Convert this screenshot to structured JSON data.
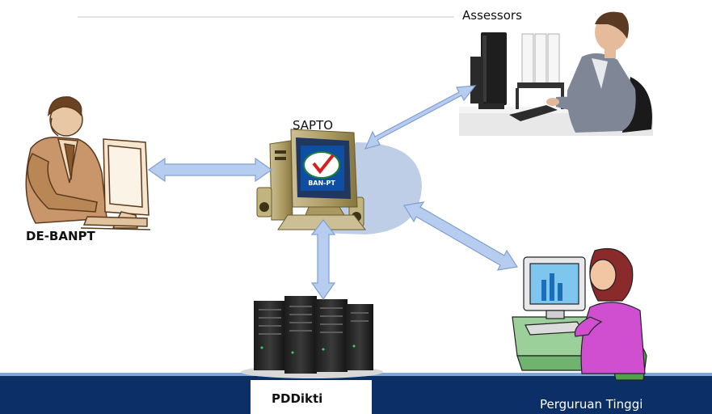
{
  "diagram": {
    "nodes": {
      "assessors": {
        "label": "Assessors"
      },
      "sapto": {
        "label": "SAPTO",
        "screen_logo": "BAN-PT"
      },
      "de_banpt": {
        "label": "DE-BANPT"
      },
      "pddikti": {
        "label": "PDDikti"
      },
      "perguruan_tinggi": {
        "label": "Perguruan Tinggi"
      }
    },
    "edges": [
      {
        "from": "sapto",
        "to": "de_banpt",
        "direction": "both"
      },
      {
        "from": "sapto",
        "to": "assessors",
        "direction": "both"
      },
      {
        "from": "sapto",
        "to": "pddikti",
        "direction": "both"
      },
      {
        "from": "sapto",
        "to": "perguruan_tinggi",
        "direction": "both"
      }
    ]
  },
  "colors": {
    "arrow_fill": "#b6cdf0",
    "arrow_stroke": "#7f9fd0",
    "footer_bar": "#0b2f66",
    "footer_accent": "#7ea7d8"
  }
}
